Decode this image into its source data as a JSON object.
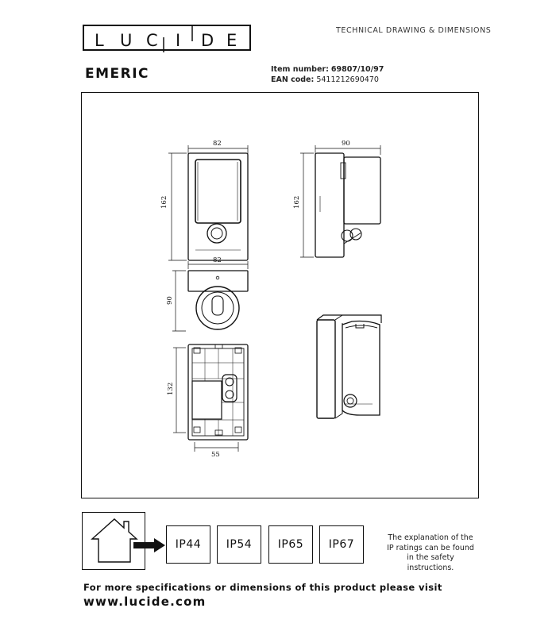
{
  "header": {
    "logo_letters": [
      "L",
      "U",
      "C",
      "I",
      "D",
      "E"
    ],
    "doc_type": "TECHNICAL DRAWING & DIMENSIONS"
  },
  "product": {
    "name": "EMERIC",
    "item_number_label": "Item number:",
    "item_number": "69807/10/97",
    "ean_label": "EAN code:",
    "ean": "5411212690470"
  },
  "dimensions": {
    "front_width": "82",
    "front_height": "162",
    "side_depth": "90",
    "side_height": "162",
    "top_width": "82",
    "top_depth": "90",
    "back_height": "132",
    "back_width": "55"
  },
  "ip_ratings": {
    "items": [
      "IP44",
      "IP54",
      "IP65",
      "IP67"
    ],
    "selected": "IP44",
    "note": [
      "The explanation of the",
      "IP ratings can be found",
      "in the safety",
      "instructions."
    ]
  },
  "footer": {
    "line1": "For more specifications or dimensions of this product please visit",
    "url": "www.lucide.com"
  }
}
